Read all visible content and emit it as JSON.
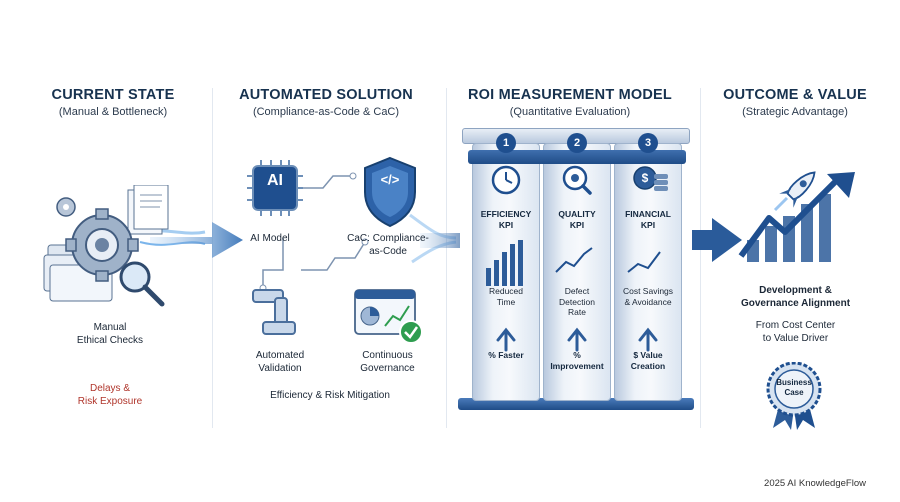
{
  "columns": [
    {
      "title": "CURRENT STATE",
      "subtitle": "(Manual & Bottleneck)"
    },
    {
      "title": "AUTOMATED SOLUTION",
      "subtitle": "(Compliance-as-Code & CaC)"
    },
    {
      "title": "ROI MEASUREMENT MODEL",
      "subtitle": "(Quantitative Evaluation)"
    },
    {
      "title": "OUTCOME & VALUE",
      "subtitle": "(Strategic Advantage)"
    }
  ],
  "current": {
    "label_line1": "Manual",
    "label_line2": "Ethical Checks",
    "risk_line1": "Delays &",
    "risk_line2": "Risk Exposure"
  },
  "solution": {
    "ai_chip": "AI",
    "ai_label": "AI Model",
    "cac_line1": "CaC: Compliance-",
    "cac_line2": "as-Code",
    "val_line1": "Automated",
    "val_line2": "Validation",
    "gov_line1": "Continuous",
    "gov_line2": "Governance",
    "footer": "Efficiency & Risk Mitigation"
  },
  "pillars": [
    {
      "num": "1",
      "kpi_line1": "EFFICIENCY",
      "kpi_line2": "KPI",
      "metric_line1": "Reduced",
      "metric_line2": "Time",
      "metric_line3": "",
      "result_line1": "% Faster",
      "result_line2": ""
    },
    {
      "num": "2",
      "kpi_line1": "QUALITY",
      "kpi_line2": "KPI",
      "metric_line1": "Defect",
      "metric_line2": "Detection",
      "metric_line3": "Rate",
      "result_line1": "%",
      "result_line2": "Improvement"
    },
    {
      "num": "3",
      "kpi_line1": "FINANCIAL",
      "kpi_line2": "KPI",
      "metric_line1": "Cost Savings",
      "metric_line2": "& Avoidance",
      "metric_line3": "",
      "result_line1": "$ Value",
      "result_line2": "Creation"
    }
  ],
  "outcome": {
    "line1": "Development &",
    "line2": "Governance Alignment",
    "line3": "From Cost Center",
    "line4": "to Value Driver",
    "seal_line1": "Business",
    "seal_line2": "Case"
  },
  "credit": "2025 AI KnowledgeFlow",
  "colors": {
    "navy": "#1f4f8f",
    "risk": "#b0352b",
    "accent_green": "#2e9d4f"
  }
}
